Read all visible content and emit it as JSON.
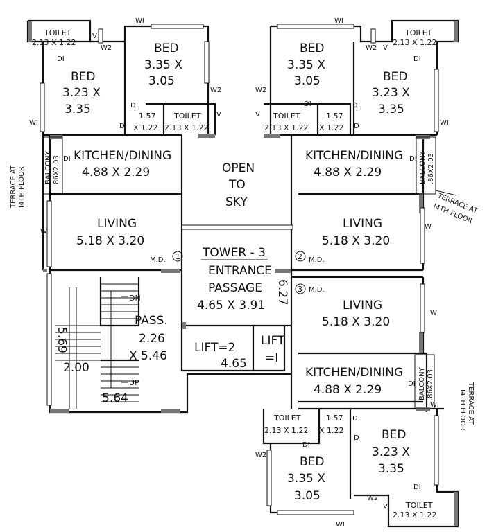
{
  "rooms": {
    "bed_tl_small": {
      "name": "BED",
      "size_a": "3.23 X",
      "size_b": "3.35"
    },
    "bed_tl_large": {
      "name": "BED",
      "size_a": "3.35 X",
      "size_b": "3.05"
    },
    "bed_tr_large": {
      "name": "BED",
      "size_a": "3.35 X",
      "size_b": "3.05"
    },
    "bed_tr_small": {
      "name": "BED",
      "size_a": "3.23 X",
      "size_b": "3.35"
    },
    "bed_br_small": {
      "name": "BED",
      "size_a": "3.23 X",
      "size_b": "3.35"
    },
    "bed_br_large": {
      "name": "BED",
      "size_a": "3.35 X",
      "size_b": "3.05"
    },
    "kitchen_left": {
      "name": "KITCHEN/DINING",
      "size": "4.88 X 2.29"
    },
    "kitchen_right_top": {
      "name": "KITCHEN/DINING",
      "size": "4.88 X 2.29"
    },
    "kitchen_right_bottom": {
      "name": "KITCHEN/DINING",
      "size": "4.88 X 2.29"
    },
    "living_left": {
      "name": "LIVING",
      "size": "5.18 X 3.20"
    },
    "living_right_top": {
      "name": "LIVING",
      "size": "5.18 X 3.20"
    },
    "living_right_bottom": {
      "name": "LIVING",
      "size": "5.18 X 3.20"
    },
    "open_sky": {
      "line1": "OPEN",
      "line2": "TO",
      "line3": "SKY"
    },
    "tower": {
      "line1": "TOWER - 3",
      "line2": "ENTRANCE",
      "line3": "PASSAGE",
      "size": "4.65 X 3.91",
      "side": "6.27"
    },
    "pass": {
      "name": "PASS.",
      "size_a": "2.26",
      "size_b": "X 5.46"
    },
    "lift1": {
      "name": "LIFT=2"
    },
    "lift2": {
      "line1": "LIFT",
      "line2": "=I"
    },
    "lift_width": "4.65",
    "stair": {
      "dn": "DN",
      "up": "UP",
      "dim_vertical": "5.69",
      "dim_width": "2.00",
      "dim_length": "5.64"
    }
  },
  "toilets": {
    "t_tl_corner": {
      "name": "TOILET",
      "size": "2.13 X 1.22"
    },
    "t_tr_corner": {
      "name": "TOILET",
      "size": "2.13 X 1.22"
    },
    "t_center_left": {
      "name": "TOILET",
      "size": "2.13 X 1.22"
    },
    "t_center_right": {
      "name": "TOILET",
      "size": "2.13 X 1.22"
    },
    "t_bottom_mid": {
      "name": "TOILET",
      "size": "2.13 X 1.22"
    },
    "t_br_corner": {
      "name": "TOILET",
      "size": "2.13 X 1.22"
    }
  },
  "small_rooms": {
    "store_left": {
      "a": "1.57",
      "b": "X 1.22"
    },
    "store_right": {
      "a": "1.57",
      "b": "X 1.22"
    },
    "store_bottom": {
      "a": "1.57",
      "b": "X 1.22"
    }
  },
  "balconies": {
    "left": {
      "line1": "BALCONY",
      "line2": "86X2.03"
    },
    "right_top": {
      "line1": "BALCONY",
      "line2": ".86X2.03"
    },
    "right_bottom": {
      "line1": "BALCONY",
      "line2": ".86X2.03"
    }
  },
  "terraces": {
    "left": {
      "line1": "TERRACE AT",
      "line2": "I4TH FLOOR"
    },
    "right_top": {
      "line1": "TERRACE AT",
      "line2": "I4TH FLOOR"
    },
    "right_bottom": {
      "line1": "TERRACE AT",
      "line2": "I4TH FLOOR"
    }
  },
  "markers": {
    "md": "M.D.",
    "n1": "1",
    "n2": "2",
    "n3": "3"
  },
  "openings": {
    "w": "W",
    "w1": "WI",
    "w2": "W2",
    "v": "V",
    "d": "D",
    "d1": "DI"
  }
}
